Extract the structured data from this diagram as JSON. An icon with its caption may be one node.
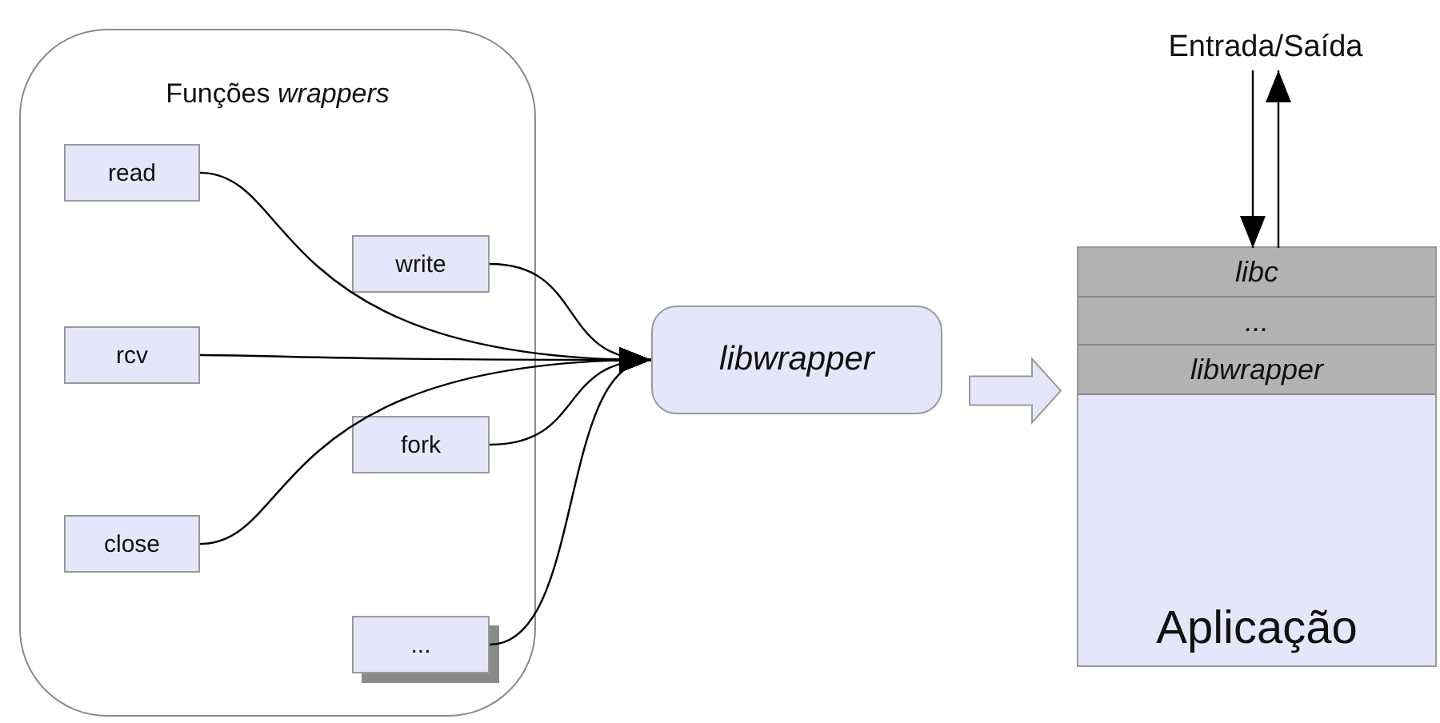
{
  "diagram": {
    "nodes": [
      {
        "text": [
          "Funções *wrappers*"
        ]
      },
      {
        "text": [
          "read"
        ],
        "in": 0
      },
      {
        "text": [
          "write"
        ],
        "in": 0
      },
      {
        "text": [
          "rcv"
        ],
        "in": 0
      },
      {
        "text": [
          "fork"
        ],
        "in": 0
      },
      {
        "text": [
          "close"
        ],
        "in": 0
      },
      {
        "text": [
          "..."
        ],
        "in": 0
      },
      {
        "text": [
          "libwrapper"
        ]
      },
      {
        "text": [
          "Aplicação"
        ]
      },
      {
        "text": [
          "libc"
        ],
        "in": 8
      },
      {
        "text": [
          "..."
        ],
        "in": 8
      },
      {
        "text": [
          "libwrapper"
        ],
        "in": 8
      },
      {
        "text": [
          "Entrada/Saída"
        ]
      }
    ],
    "edges": [
      {
        "from": 1,
        "to": 7,
        "arrow": "to"
      },
      {
        "from": 2,
        "to": 7,
        "arrow": "to"
      },
      {
        "from": 3,
        "to": 7,
        "arrow": "to"
      },
      {
        "from": 4,
        "to": 7,
        "arrow": "to"
      },
      {
        "from": 5,
        "to": 7,
        "arrow": "to"
      },
      {
        "from": 6,
        "to": 7,
        "arrow": "to"
      },
      {
        "from": 7,
        "to": 8,
        "arrow": "to",
        "style": "thick"
      },
      {
        "from": 12,
        "to": 9,
        "arrow": "to"
      },
      {
        "from": 9,
        "to": 12,
        "arrow": "to"
      }
    ]
  }
}
